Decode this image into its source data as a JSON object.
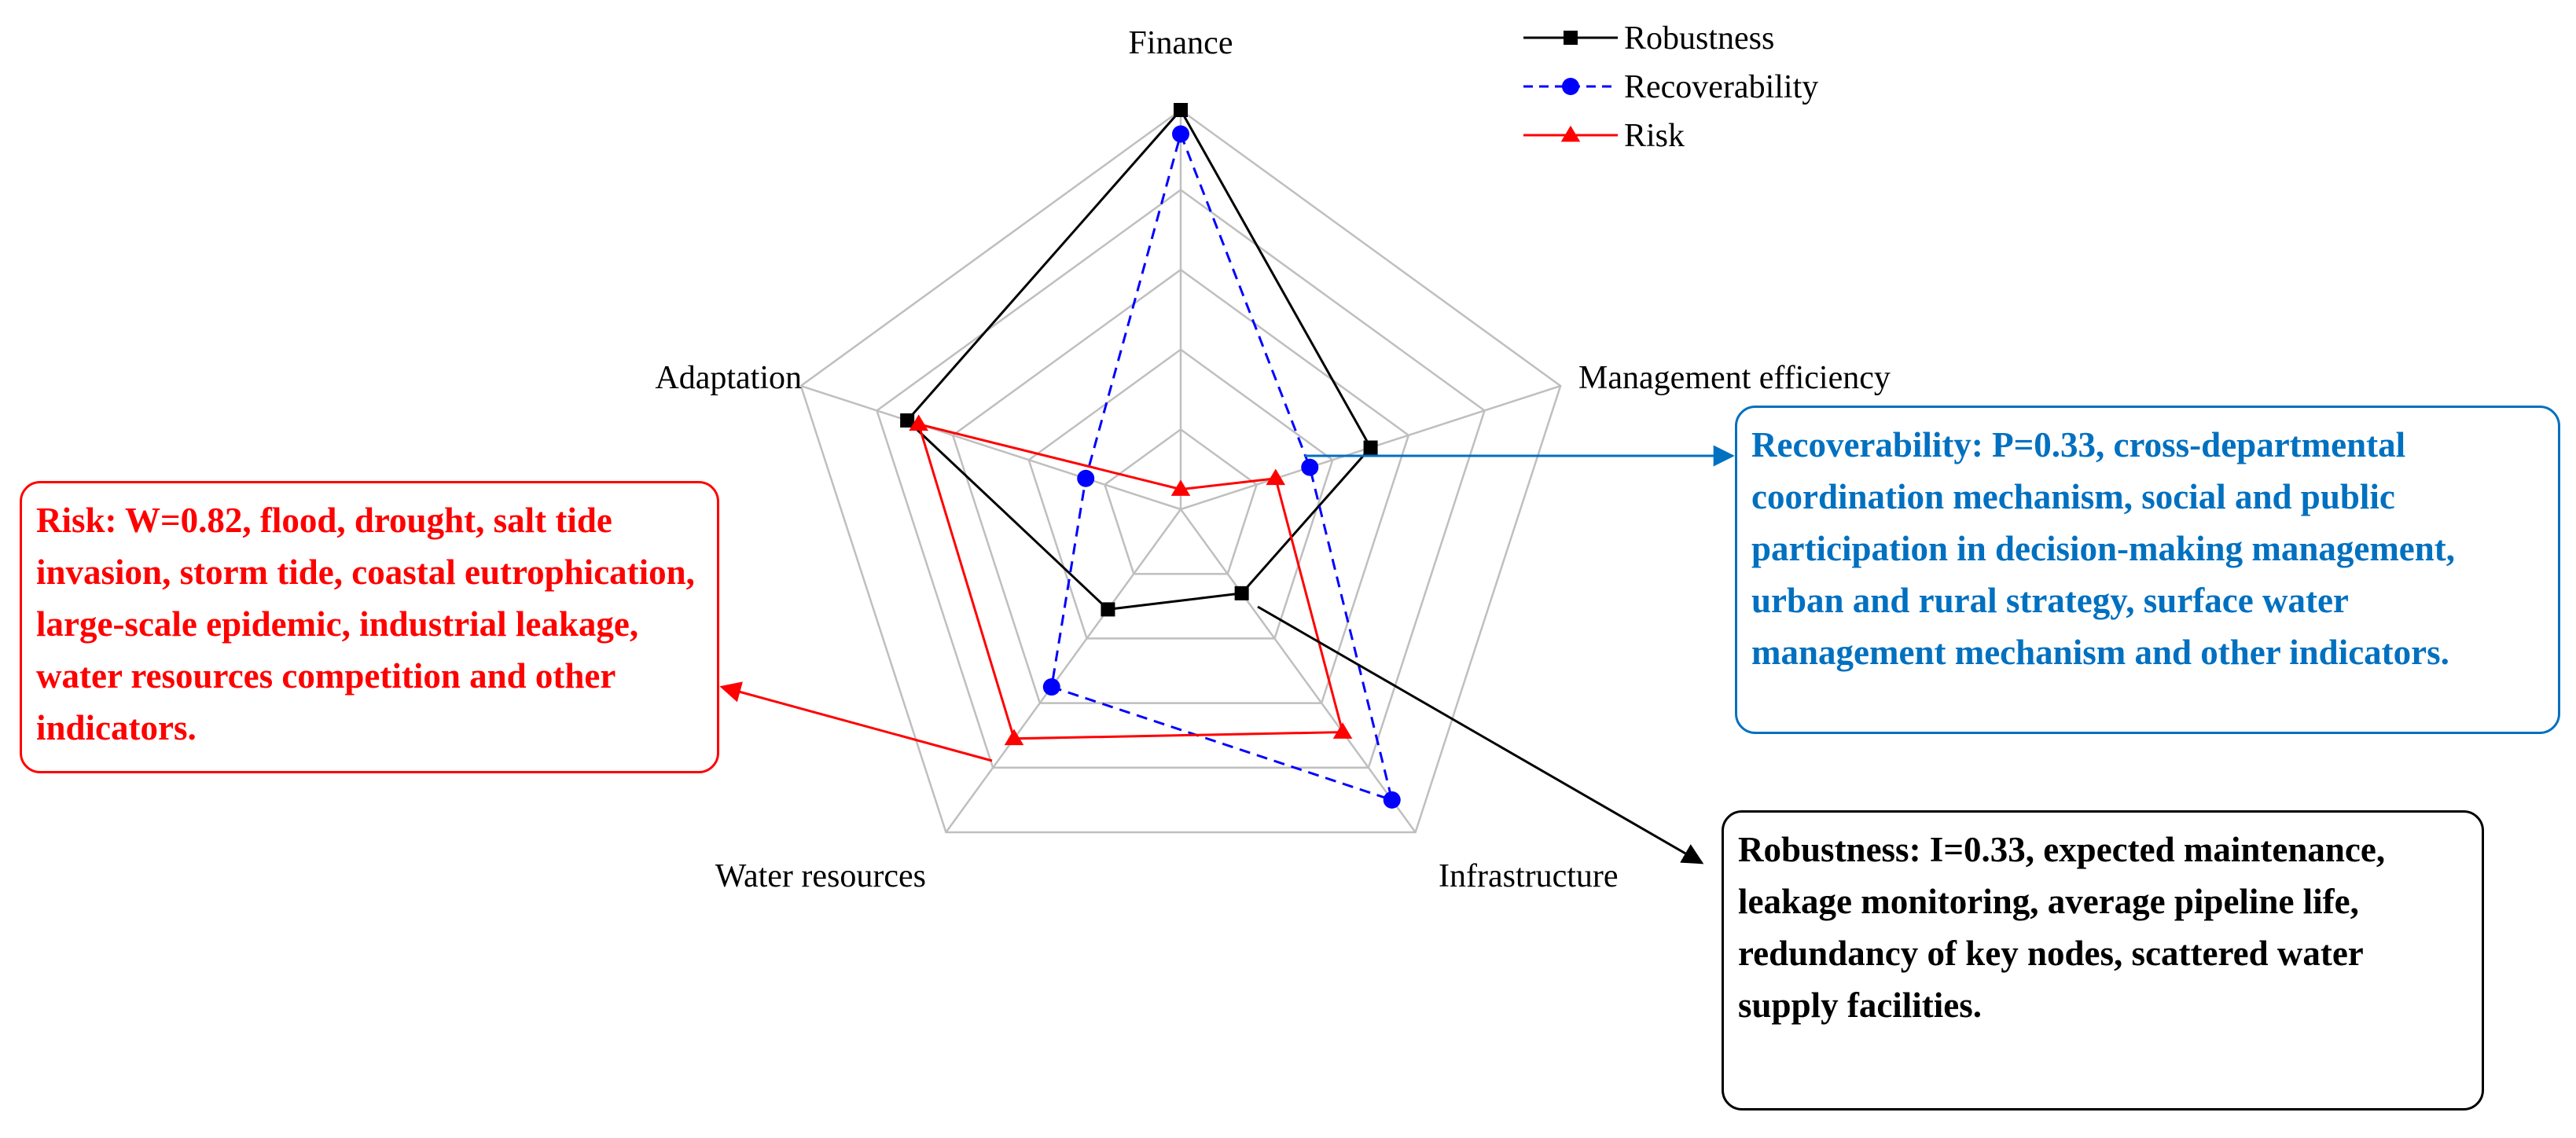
{
  "chart_data": {
    "type": "radar",
    "axes": [
      "Finance",
      "Management efficiency",
      "Infrastructure",
      "Water resources",
      "Adaptation"
    ],
    "range": [
      0,
      1
    ],
    "rings": 5,
    "series": [
      {
        "name": "Robustness",
        "values": [
          1.0,
          0.5,
          0.26,
          0.31,
          0.72
        ],
        "color": "#000000",
        "marker": "square",
        "line": "solid"
      },
      {
        "name": "Recoverability",
        "values": [
          0.94,
          0.34,
          0.9,
          0.55,
          0.25
        ],
        "color": "#0000ff",
        "marker": "circle",
        "line": "dashed"
      },
      {
        "name": "Risk",
        "values": [
          0.05,
          0.25,
          0.69,
          0.71,
          0.69
        ],
        "color": "#ff0000",
        "marker": "triangle",
        "line": "solid"
      }
    ],
    "legend_position": "top-right"
  },
  "annotations": {
    "risk": "Risk: W=0.82, flood, drought, salt tide invasion, storm tide, coastal eutrophication, large-scale epidemic, industrial leakage, water resources competition and other indicators.",
    "recoverability": "Recoverability: P=0.33, cross-departmental coordination mechanism, social and public participation in decision-making management, urban and rural strategy, surface water management mechanism and other indicators.",
    "robustness": "Robustness: I=0.33, expected maintenance, leakage monitoring, average pipeline life, redundancy of key nodes, scattered water supply facilities."
  }
}
